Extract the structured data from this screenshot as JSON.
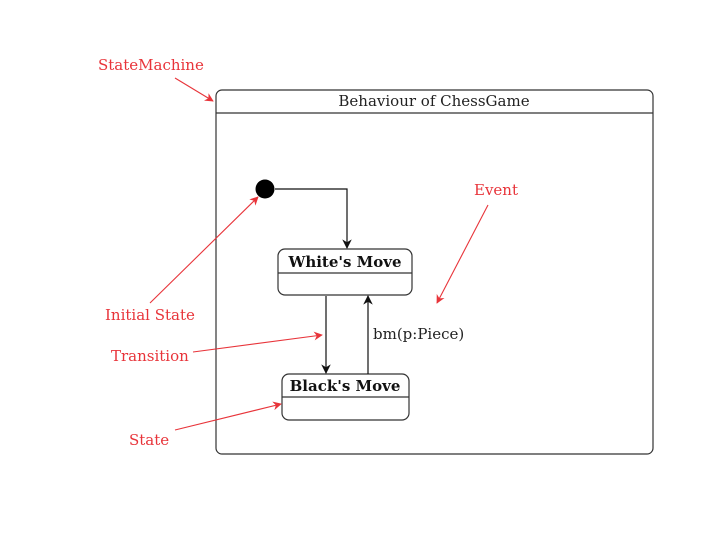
{
  "machine": {
    "title": "Behaviour of ChessGame"
  },
  "states": {
    "white": "White's Move",
    "black": "Black's Move"
  },
  "transition": {
    "event_label": "bm(p:Piece)"
  },
  "annotations": {
    "state_machine": "StateMachine",
    "event": "Event",
    "initial_state": "Initial State",
    "transition": "Transition",
    "state": "State"
  },
  "colors": {
    "annotation": "#e8343a",
    "diagram_line": "#222222"
  }
}
